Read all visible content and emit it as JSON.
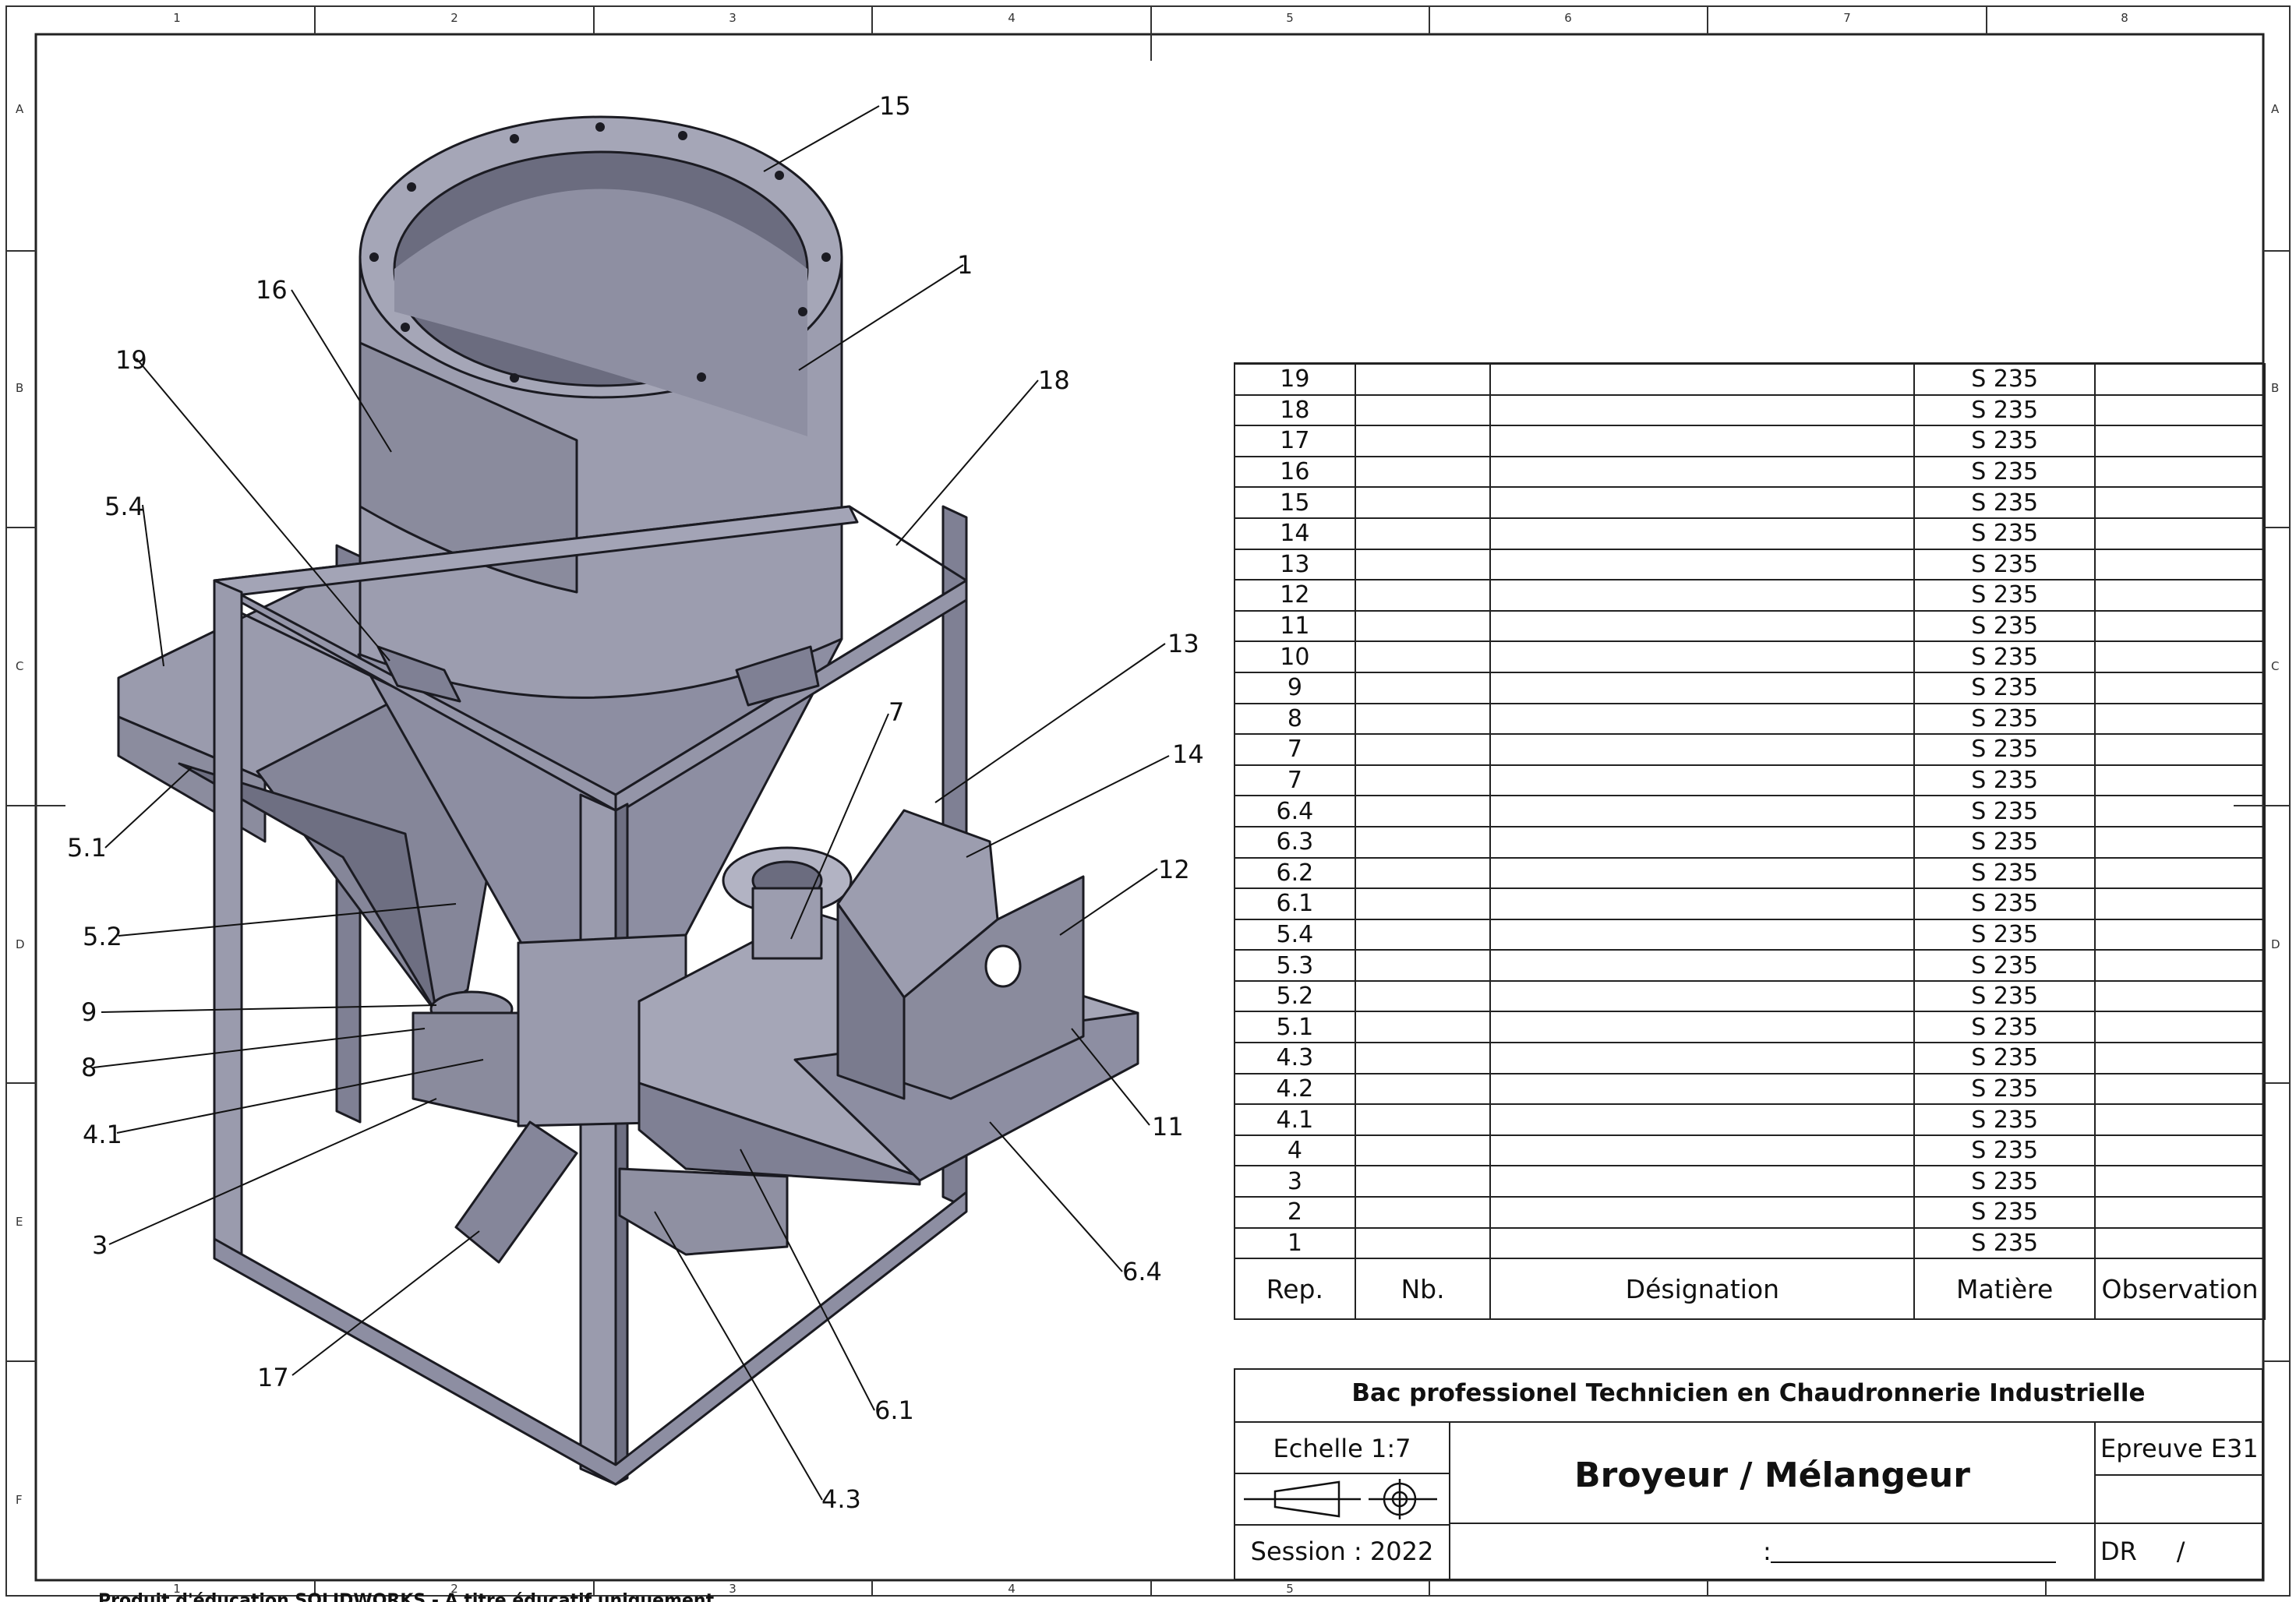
{
  "drawing": {
    "columns": [
      "1",
      "2",
      "3",
      "4",
      "5",
      "6",
      "7",
      "8"
    ],
    "rows": [
      "A",
      "B",
      "C",
      "D",
      "E",
      "F"
    ],
    "callouts": [
      {
        "label": "15"
      },
      {
        "label": "1"
      },
      {
        "label": "16"
      },
      {
        "label": "19"
      },
      {
        "label": "18"
      },
      {
        "label": "5.4"
      },
      {
        "label": "13"
      },
      {
        "label": "7"
      },
      {
        "label": "14"
      },
      {
        "label": "5.1"
      },
      {
        "label": "12"
      },
      {
        "label": "5.2"
      },
      {
        "label": "9"
      },
      {
        "label": "8"
      },
      {
        "label": "4.1"
      },
      {
        "label": "11"
      },
      {
        "label": "3"
      },
      {
        "label": "6.4"
      },
      {
        "label": "17"
      },
      {
        "label": "6.1"
      },
      {
        "label": "4.3"
      }
    ]
  },
  "bom": {
    "headers": {
      "rep": "Rep.",
      "nb": "Nb.",
      "designation": "Désignation",
      "matiere": "Matière",
      "observation": "Observation"
    },
    "rows": [
      {
        "rep": "19",
        "nb": "",
        "designation": "",
        "matiere": "S 235",
        "observation": ""
      },
      {
        "rep": "18",
        "nb": "",
        "designation": "",
        "matiere": "S 235",
        "observation": ""
      },
      {
        "rep": "17",
        "nb": "",
        "designation": "",
        "matiere": "S 235",
        "observation": ""
      },
      {
        "rep": "16",
        "nb": "",
        "designation": "",
        "matiere": "S 235",
        "observation": ""
      },
      {
        "rep": "15",
        "nb": "",
        "designation": "",
        "matiere": "S 235",
        "observation": ""
      },
      {
        "rep": "14",
        "nb": "",
        "designation": "",
        "matiere": "S 235",
        "observation": ""
      },
      {
        "rep": "13",
        "nb": "",
        "designation": "",
        "matiere": "S 235",
        "observation": ""
      },
      {
        "rep": "12",
        "nb": "",
        "designation": "",
        "matiere": "S 235",
        "observation": ""
      },
      {
        "rep": "11",
        "nb": "",
        "designation": "",
        "matiere": "S 235",
        "observation": ""
      },
      {
        "rep": "10",
        "nb": "",
        "designation": "",
        "matiere": "S 235",
        "observation": ""
      },
      {
        "rep": "9",
        "nb": "",
        "designation": "",
        "matiere": "S 235",
        "observation": ""
      },
      {
        "rep": "8",
        "nb": "",
        "designation": "",
        "matiere": "S 235",
        "observation": ""
      },
      {
        "rep": "7",
        "nb": "",
        "designation": "",
        "matiere": "S 235",
        "observation": ""
      },
      {
        "rep": "7",
        "nb": "",
        "designation": "",
        "matiere": "S 235",
        "observation": ""
      },
      {
        "rep": "6.4",
        "nb": "",
        "designation": "",
        "matiere": "S 235",
        "observation": ""
      },
      {
        "rep": "6.3",
        "nb": "",
        "designation": "",
        "matiere": "S 235",
        "observation": ""
      },
      {
        "rep": "6.2",
        "nb": "",
        "designation": "",
        "matiere": "S 235",
        "observation": ""
      },
      {
        "rep": "6.1",
        "nb": "",
        "designation": "",
        "matiere": "S 235",
        "observation": ""
      },
      {
        "rep": "5.4",
        "nb": "",
        "designation": "",
        "matiere": "S 235",
        "observation": ""
      },
      {
        "rep": "5.3",
        "nb": "",
        "designation": "",
        "matiere": "S 235",
        "observation": ""
      },
      {
        "rep": "5.2",
        "nb": "",
        "designation": "",
        "matiere": "S 235",
        "observation": ""
      },
      {
        "rep": "5.1",
        "nb": "",
        "designation": "",
        "matiere": "S 235",
        "observation": ""
      },
      {
        "rep": "4.3",
        "nb": "",
        "designation": "",
        "matiere": "S 235",
        "observation": ""
      },
      {
        "rep": "4.2",
        "nb": "",
        "designation": "",
        "matiere": "S 235",
        "observation": ""
      },
      {
        "rep": "4.1",
        "nb": "",
        "designation": "",
        "matiere": "S 235",
        "observation": ""
      },
      {
        "rep": "4",
        "nb": "",
        "designation": "",
        "matiere": "S 235",
        "observation": ""
      },
      {
        "rep": "3",
        "nb": "",
        "designation": "",
        "matiere": "S 235",
        "observation": ""
      },
      {
        "rep": "2",
        "nb": "",
        "designation": "",
        "matiere": "S 235",
        "observation": ""
      },
      {
        "rep": "1",
        "nb": "",
        "designation": "",
        "matiere": "S 235",
        "observation": ""
      }
    ]
  },
  "title_block": {
    "school": "Bac professionel Technicien en Chaudronnerie Industrielle",
    "scale": "Echelle 1:7",
    "title": "Broyeur / Mélangeur",
    "exam": "Epreuve E31",
    "session": "Session : 2022",
    "name_prefix": ":",
    "doc_ref": "DR     /"
  },
  "footer": {
    "watermark": "Produit d'éducation SOLIDWORKS - A titre éducatif uniquement"
  },
  "colors": {
    "steel_light": "#b7b8c6",
    "steel_mid": "#8f90a2",
    "steel_dark": "#5f6072",
    "line": "#111111"
  }
}
